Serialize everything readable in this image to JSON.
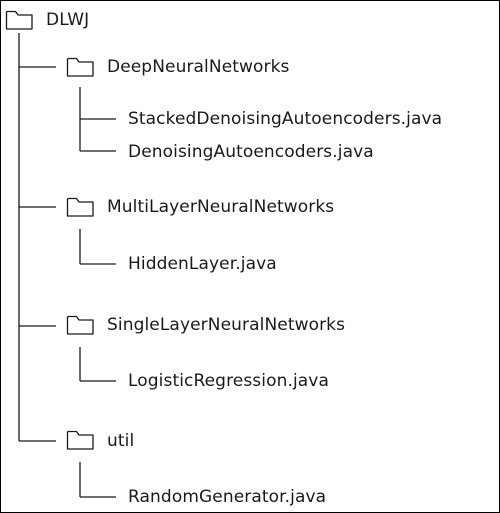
{
  "root": {
    "name": "DLWJ",
    "icon": "folder-icon"
  },
  "folders": [
    {
      "name": "DeepNeuralNetworks",
      "icon": "folder-icon",
      "files": [
        "StackedDenoisingAutoencoders.java",
        "DenoisingAutoencoders.java"
      ]
    },
    {
      "name": "MultiLayerNeuralNetworks",
      "icon": "folder-icon",
      "files": [
        "HiddenLayer.java"
      ]
    },
    {
      "name": "SingleLayerNeuralNetworks",
      "icon": "folder-icon",
      "files": [
        "LogisticRegression.java"
      ]
    },
    {
      "name": "util",
      "icon": "folder-icon",
      "files": [
        "RandomGenerator.java"
      ]
    }
  ]
}
